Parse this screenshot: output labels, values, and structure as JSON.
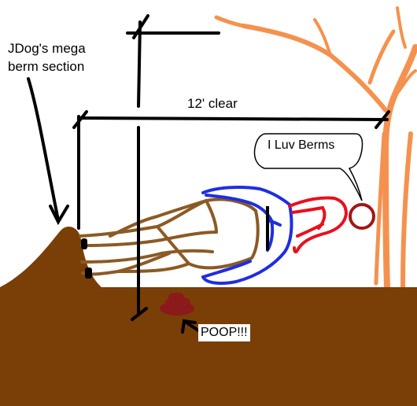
{
  "labels": {
    "berm_line1": "JDog's mega",
    "berm_line2": "berm section",
    "clear": "12' clear",
    "speech": "I Luv Berms",
    "poop": "POOP!!!"
  },
  "colors": {
    "ground": "#7a3e07",
    "horse": "#8b5a24",
    "rider_shirt": "#e8101e",
    "rider_pants": "#1f2ee0",
    "helmet": "#a01818",
    "tree": "#f5914f",
    "poop": "#8b1a1a",
    "ink": "#000000"
  }
}
